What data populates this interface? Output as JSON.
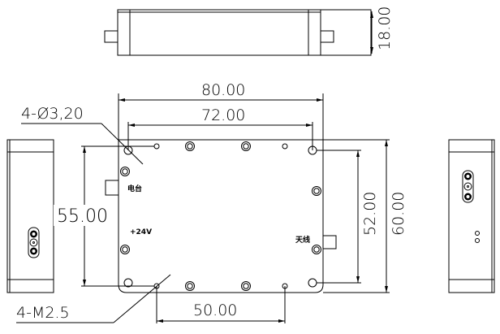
{
  "dimensions": {
    "height": "18.00",
    "width_outer": "80.00",
    "hole_spacing_x": "72.00",
    "hole_spacing_y_left": "55.00",
    "hole_spacing_y_right": "52.00",
    "depth_outer": "60.00",
    "thread_spacing": "50.00"
  },
  "callouts": {
    "through_holes": "4-Ø3,20",
    "threaded_holes": "4-M2.5"
  },
  "ports": {
    "radio": "电台",
    "power": "+24V",
    "antenna": "天线"
  }
}
